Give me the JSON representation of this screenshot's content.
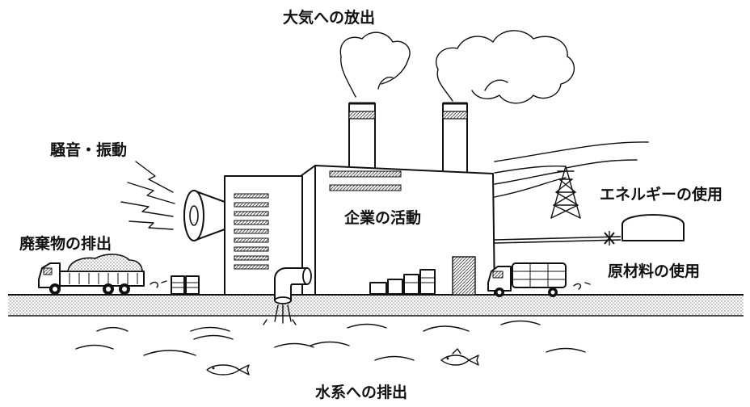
{
  "labels": {
    "emission_air": "大気への放出",
    "noise_vibration": "騒音・振動",
    "waste_discharge": "廃棄物の排出",
    "corporate_activity": "企業の活動",
    "energy_use": "エネルギーの使用",
    "raw_material_use": "原材料の使用",
    "discharge_water": "水系への排出"
  }
}
